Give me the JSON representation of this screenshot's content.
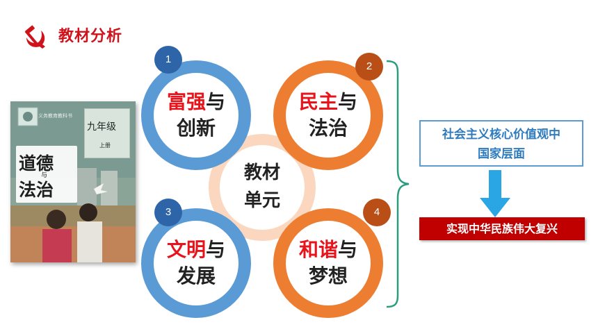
{
  "header": {
    "title": "教材分析",
    "emblem_icon": "hammer-sickle-icon",
    "accent_color": "#d0121b"
  },
  "textbook": {
    "title_part_1": "道德",
    "title_part_2": "与",
    "title_part_3": "法治",
    "grade": "九年级",
    "volume": "上册",
    "publisher_line": "义务教育教科书"
  },
  "diagram": {
    "center": {
      "line_1": "教材",
      "line_2": "单元"
    },
    "units": [
      {
        "number": "1",
        "highlight": "富强",
        "suffix": "与",
        "line_2": "创新",
        "color": "#5b9bd5"
      },
      {
        "number": "2",
        "highlight": "民主",
        "suffix": "与",
        "line_2": "法治",
        "color": "#ed7d31"
      },
      {
        "number": "3",
        "highlight": "文明",
        "suffix": "与",
        "line_2": "发展",
        "color": "#5b9bd5"
      },
      {
        "number": "4",
        "highlight": "和谐",
        "suffix": "与",
        "line_2": "梦想",
        "color": "#ed7d31"
      }
    ],
    "level": {
      "line_1": "社会主义核心价值观中",
      "line_2": "国家层面"
    },
    "goal": "实现中华民族伟大复兴"
  }
}
